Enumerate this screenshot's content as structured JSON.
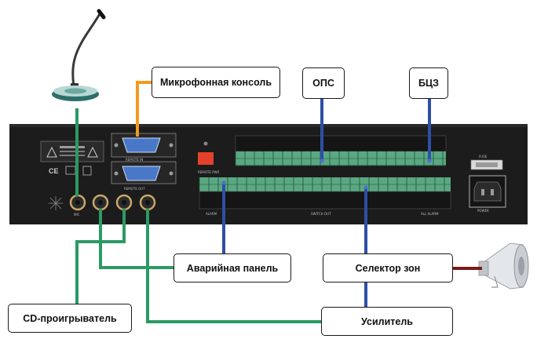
{
  "labels": {
    "mic_console": "Микрофонная консоль",
    "ops": "ОПС",
    "bcz": "БЦЗ",
    "emergency_panel": "Аварийная  панель",
    "zone_selector": "Селектор  зон",
    "cd_player": "CD-проигрыватель",
    "amplifier": "Усилитель"
  },
  "panel_text": {
    "remote_in": "REMOTE IN",
    "remote_out": "REMOTE OUT",
    "remote_pwr": "REMOTE PWR",
    "mic_in": "MIC",
    "alarm": "ALARM",
    "switch_out": "SWITCH OUT",
    "all_alarm": "ALL ALARM",
    "fuse": "FUSE",
    "power": "POWER"
  },
  "colors": {
    "green_link": "#2b9a63",
    "blue_link": "#2e4fa6",
    "orange_link": "#f39a1e",
    "red_link": "#7a1a1a",
    "panel": "#1c1c1c",
    "terminal": "#5aa882",
    "red_button": "#e2412c"
  },
  "icons": [
    "microphone-icon",
    "horn-speaker-icon",
    "warning-triangle-icon",
    "ce-mark-icon",
    "ac-power-socket-icon"
  ]
}
